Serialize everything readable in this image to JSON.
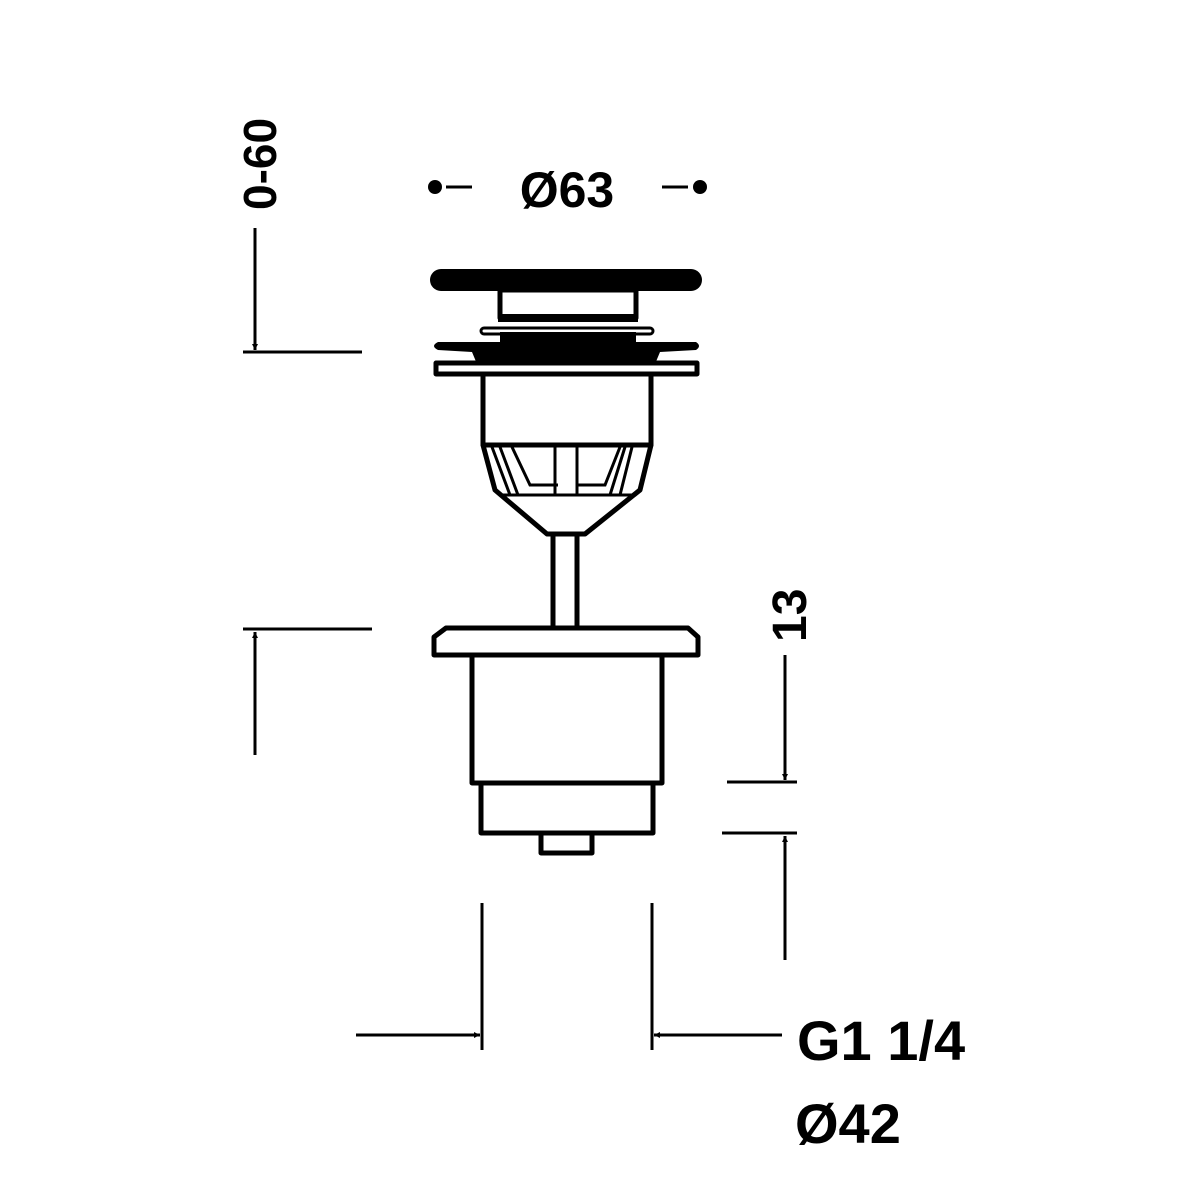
{
  "drawing": {
    "colors": {
      "line": "#000000",
      "background": "#ffffff"
    },
    "dimensions": {
      "height_range": "0-60",
      "cap_diameter": "Ø63",
      "thread_length": "13",
      "thread": "G1 1/4",
      "body_diameter": "Ø42"
    }
  }
}
